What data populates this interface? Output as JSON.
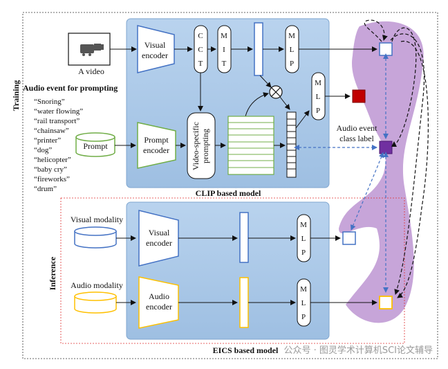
{
  "labels": {
    "training": "Training",
    "inference": "Inference",
    "a_video": "A video",
    "audio_event_title": "Audio event for prompting",
    "visual_encoder_1": "Visual",
    "visual_encoder_2": "encoder",
    "cct_1": "C",
    "cct_2": "C",
    "cct_3": "T",
    "mit_1": "M",
    "mit_2": "I",
    "mit_3": "T",
    "mlp_1": "M",
    "mlp_2": "L",
    "mlp_3": "P",
    "prompt": "Prompt",
    "prompt_encoder_1": "Prompt",
    "prompt_encoder_2": "encoder",
    "video_specific_1": "Video-specific",
    "video_specific_2": "prompting",
    "audio_event_class_1": "Audio event",
    "audio_event_class_2": "class label",
    "clip_model": "CLIP based model",
    "visual_modality": "Visual modality",
    "audio_modality": "Audio modality",
    "inf_visual_encoder_1": "Visual",
    "inf_visual_encoder_2": "encoder",
    "inf_audio_encoder_1": "Audio",
    "inf_audio_encoder_2": "encoder",
    "eics_model": "EICS based model",
    "watermark": "公众号 · 图灵学术计算机SCI论文辅导"
  },
  "audio_events": [
    "“Snoring”",
    "“water flowing”",
    "“rail transport”",
    "“chainsaw”",
    "“printer”",
    "“dog”",
    "“helicopter”",
    "“baby cry”",
    "“fireworks”",
    "“drum”"
  ],
  "colors": {
    "panel_fill": "#a9c7e6",
    "panel_stroke": "#7fa6cf",
    "visual_stroke": "#4472c4",
    "prompt_stroke": "#70ad47",
    "audio_stroke": "#ffc000",
    "purple_band": "#c7a5d9",
    "red_square": "#c00000",
    "purple_square": "#7030a0",
    "dashed_blue": "#4472c4",
    "inference_border": "#e03030"
  }
}
